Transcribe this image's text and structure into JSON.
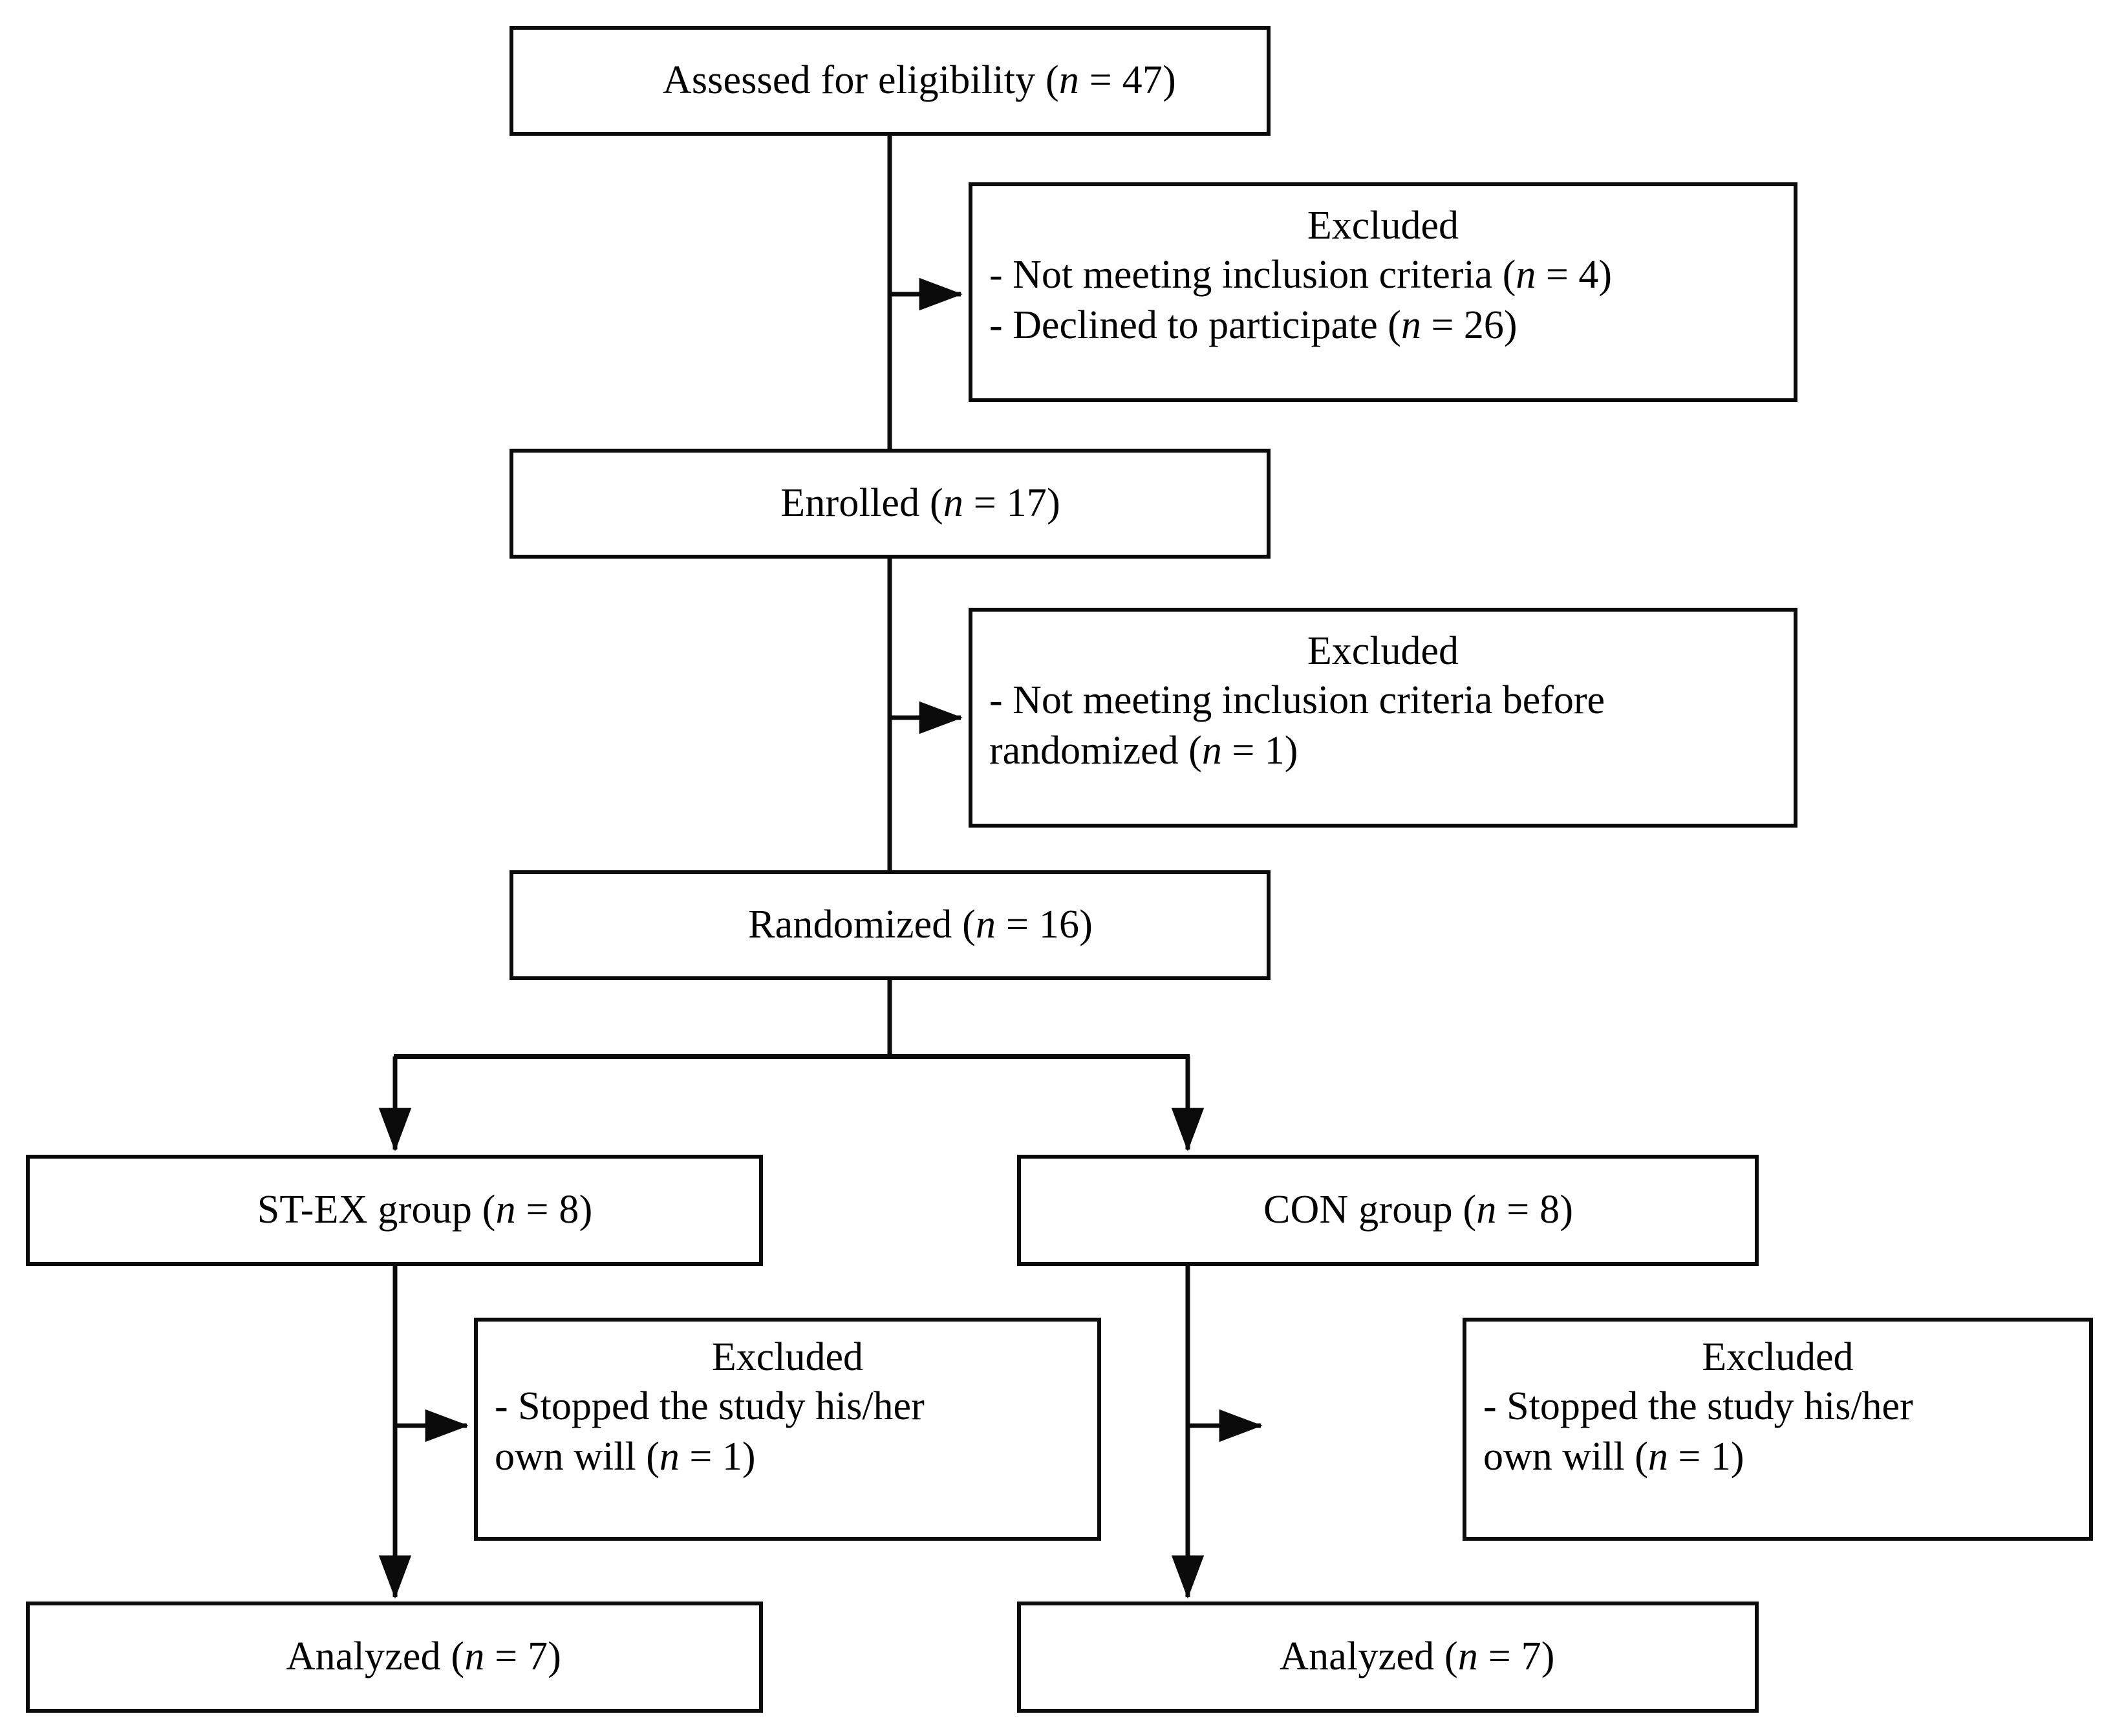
{
  "diagram": {
    "type": "consort-flow-diagram",
    "title": "",
    "colors": {
      "background": "#ffffff",
      "stroke": "#0b0b0b",
      "text": "#000000"
    },
    "nodes": {
      "assessed": {
        "label": "Assessed for eligibility (",
        "stat_var": "n",
        "stat_rest": " = 47)",
        "full_text": "Assessed for eligibility (n = 47)"
      },
      "excluded_1": {
        "title": "Excluded",
        "line_1_pre": "- Not meeting inclusion criteria (",
        "line_1_var": "n",
        "line_1_post": " = 4)",
        "line_2_pre": "- Declined to participate (",
        "line_2_var": "n",
        "line_2_post": " = 26)"
      },
      "enrolled": {
        "label": "Enrolled (",
        "stat_var": "n",
        "stat_rest": " = 17)",
        "full_text": "Enrolled (n = 17)"
      },
      "excluded_2": {
        "title": "Excluded",
        "line_1": "- Not meeting inclusion criteria before",
        "line_2_pre": "randomized (",
        "line_2_var": "n",
        "line_2_post": " = 1)"
      },
      "randomized": {
        "label": "Randomized (",
        "stat_var": "n",
        "stat_rest": " = 16)",
        "full_text": "Randomized (n = 16)"
      },
      "group_left": {
        "label": "ST-EX group (",
        "stat_var": "n",
        "stat_rest": " = 8)",
        "full_text": "ST-EX group (n = 8)"
      },
      "group_right": {
        "label": "CON group (",
        "stat_var": "n",
        "stat_rest": " = 8)",
        "full_text": "CON group (n = 8)"
      },
      "excluded_left": {
        "title": "Excluded",
        "line_1": "- Stopped the study his/her",
        "line_2_pre": "own will (",
        "line_2_var": "n",
        "line_2_post": " = 1)"
      },
      "excluded_right": {
        "title": "Excluded",
        "line_1": "- Stopped the study his/her",
        "line_2_pre": "own will (",
        "line_2_var": "n",
        "line_2_post": " = 1)"
      },
      "analyzed_left": {
        "label": "Analyzed (",
        "stat_var": "n",
        "stat_rest": " = 7)",
        "full_text": "Analyzed (n = 7)"
      },
      "analyzed_right": {
        "label": "Analyzed (",
        "stat_var": "n",
        "stat_rest": " = 7)",
        "full_text": "Analyzed (n = 7)"
      }
    },
    "counts": {
      "assessed": 47,
      "excluded_not_meeting_criteria": 4,
      "excluded_declined": 26,
      "enrolled": 17,
      "excluded_before_randomization": 1,
      "randomized": 16,
      "st_ex_group": 8,
      "con_group": 8,
      "st_ex_dropout": 1,
      "con_dropout": 1,
      "st_ex_analyzed": 7,
      "con_analyzed": 7
    }
  }
}
